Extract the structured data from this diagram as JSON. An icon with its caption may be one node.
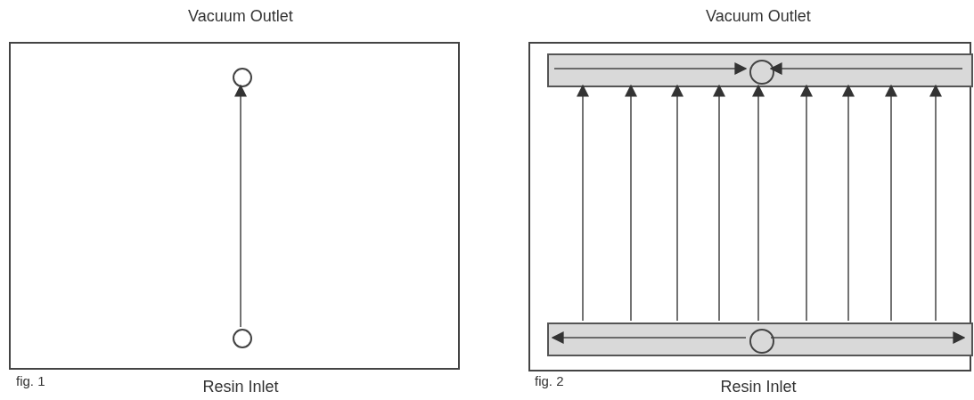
{
  "diagram": {
    "nodes": [
      {
        "text": [],
        "shape": "box"
      },
      {
        "text": [],
        "shape": "circle",
        "in": 0,
        "beside": [
          "Vacuum Outlet"
        ]
      },
      {
        "text": [],
        "shape": "circle",
        "in": 0,
        "beside": [
          "Resin Inlet"
        ]
      },
      {
        "text": [],
        "shape": "box"
      },
      {
        "text": [],
        "shape": "bar",
        "in": 3
      },
      {
        "text": [],
        "shape": "circle",
        "in": 4,
        "beside": [
          "Vacuum Outlet"
        ]
      },
      {
        "text": [],
        "shape": "bar",
        "in": 3
      },
      {
        "text": [],
        "shape": "circle",
        "in": 6,
        "beside": [
          "Resin Inlet"
        ]
      }
    ],
    "edges": [
      {
        "from": 2,
        "to": 1,
        "arrow": "to"
      },
      {
        "from": null,
        "to": 5,
        "arrow": "to"
      },
      {
        "from": null,
        "to": 5,
        "arrow": "to"
      },
      {
        "from": 6,
        "to": 4,
        "arrow": "to"
      },
      {
        "from": 6,
        "to": 4,
        "arrow": "to"
      },
      {
        "from": 6,
        "to": 4,
        "arrow": "to"
      },
      {
        "from": 6,
        "to": 4,
        "arrow": "to"
      },
      {
        "from": 6,
        "to": 4,
        "arrow": "to"
      },
      {
        "from": 6,
        "to": 4,
        "arrow": "to"
      },
      {
        "from": 6,
        "to": 4,
        "arrow": "to"
      },
      {
        "from": 6,
        "to": 4,
        "arrow": "to"
      },
      {
        "from": 6,
        "to": 4,
        "arrow": "to"
      },
      {
        "from": 7,
        "to": null,
        "arrow": "to"
      },
      {
        "from": 7,
        "to": null,
        "arrow": "to"
      }
    ],
    "labels": [
      "fig. 1",
      "fig. 2"
    ]
  }
}
